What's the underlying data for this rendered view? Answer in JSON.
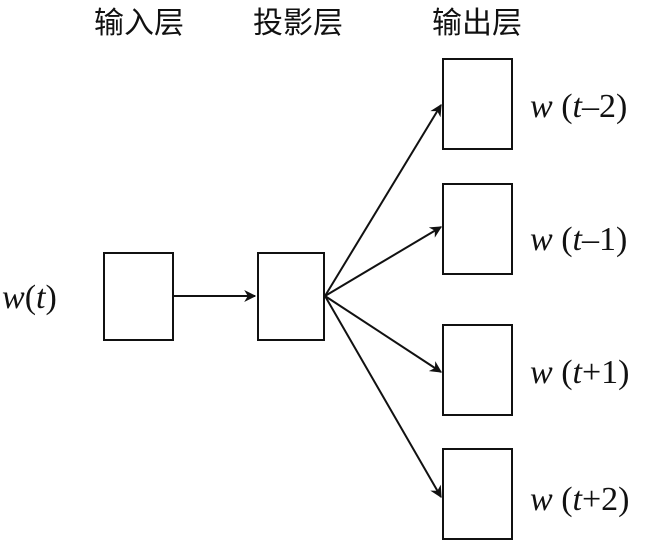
{
  "headers": {
    "input": "输入层",
    "projection": "投影层",
    "output": "输出层"
  },
  "input_label": {
    "w": "w",
    "open": "(",
    "t": "t",
    "close": ")"
  },
  "output_labels": [
    {
      "w": "w",
      "open": " (",
      "t": "t",
      "op": "–2",
      "close": ")"
    },
    {
      "w": "w",
      "open": " (",
      "t": "t",
      "op": "–1",
      "close": ")"
    },
    {
      "w": "w",
      "open": " (",
      "t": "t",
      "op": "+1",
      "close": ")"
    },
    {
      "w": "w",
      "open": " (",
      "t": "t",
      "op": "+2",
      "close": ")"
    }
  ]
}
